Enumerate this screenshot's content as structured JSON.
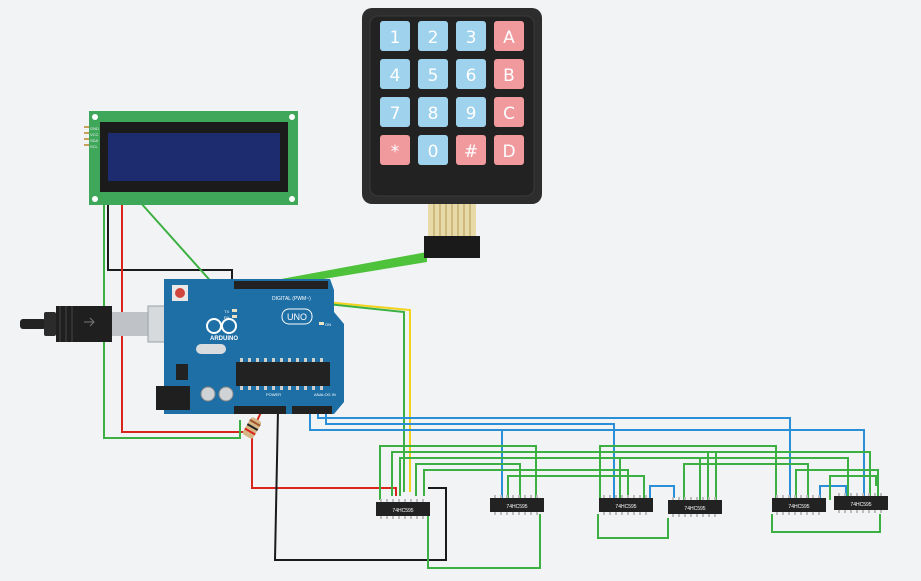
{
  "keypad": {
    "keys": [
      "1",
      "2",
      "3",
      "A",
      "4",
      "5",
      "6",
      "B",
      "7",
      "8",
      "9",
      "C",
      "*",
      "0",
      "#",
      "D"
    ],
    "key_color_number": "#9fd2ec",
    "key_color_letter": "#f09a9e",
    "body_color": "#2d2d2d"
  },
  "lcd": {
    "board_color": "#3fa75a",
    "screen_color": "#1c2c6e",
    "pin_labels": [
      "GND",
      "VCC",
      "SDA",
      "SCL"
    ]
  },
  "arduino": {
    "logo_text": "ARDUINO",
    "model": "UNO",
    "board_color": "#1d6fa5",
    "digital_label": "DIGITAL (PWM~)",
    "power_label": "POWER",
    "analog_label": "ANALOG IN",
    "tx_label": "TX",
    "rx_label": "RX",
    "l_label": "L",
    "on_label": "ON"
  },
  "shift_registers": {
    "label": "74HC595",
    "count": 6
  },
  "wire_colors": {
    "green": "#3cb043",
    "red": "#d9261c",
    "black": "#1a1a1a",
    "yellow": "#f2d21b",
    "blue": "#2a8fd6",
    "ribbon": "#4dc23a"
  }
}
